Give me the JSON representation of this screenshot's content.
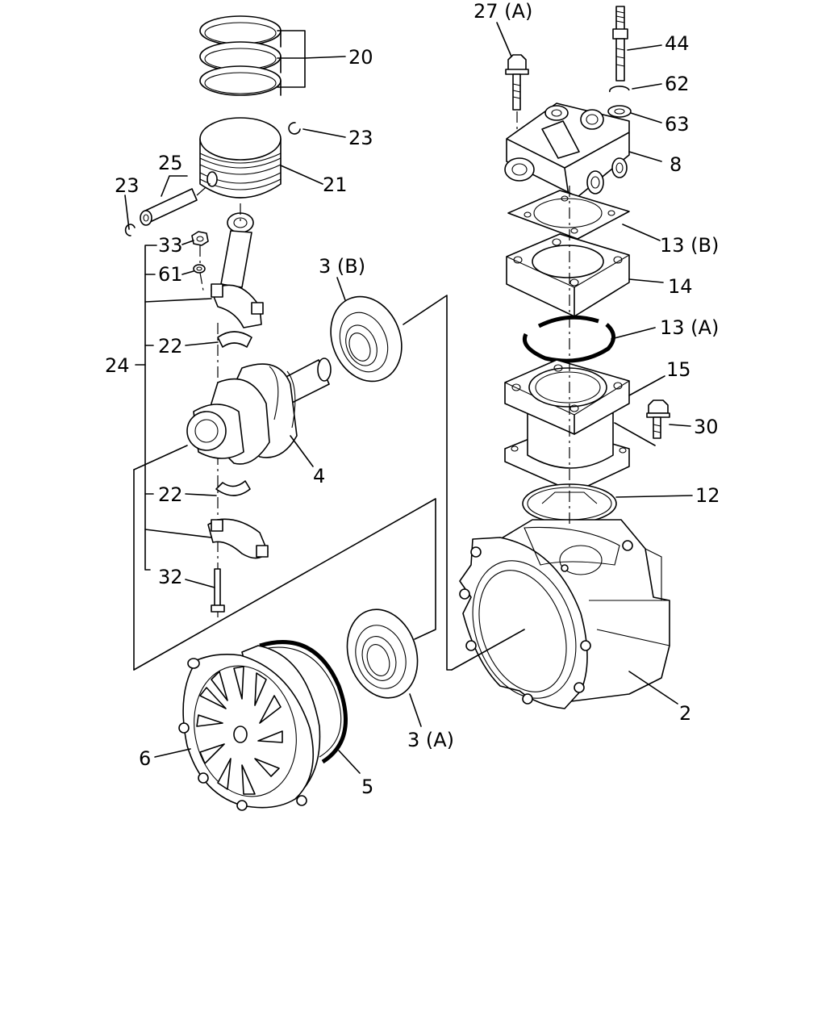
{
  "diagram": {
    "callouts": {
      "c20": "20",
      "c23_top": "23",
      "c25": "25",
      "c23_left": "23",
      "c21": "21",
      "c33": "33",
      "c61": "61",
      "c24": "24",
      "c22_top": "22",
      "c3b": "3 (B)",
      "c4": "4",
      "c22_bottom": "22",
      "c32": "32",
      "c6": "6",
      "c5": "5",
      "c3a": "3 (A)",
      "c27a": "27 (A)",
      "c44": "44",
      "c62": "62",
      "c63": "63",
      "c8": "8",
      "c13b": "13 (B)",
      "c14": "14",
      "c13a": "13 (A)",
      "c15": "15",
      "c30": "30",
      "c12": "12",
      "c2": "2"
    }
  }
}
